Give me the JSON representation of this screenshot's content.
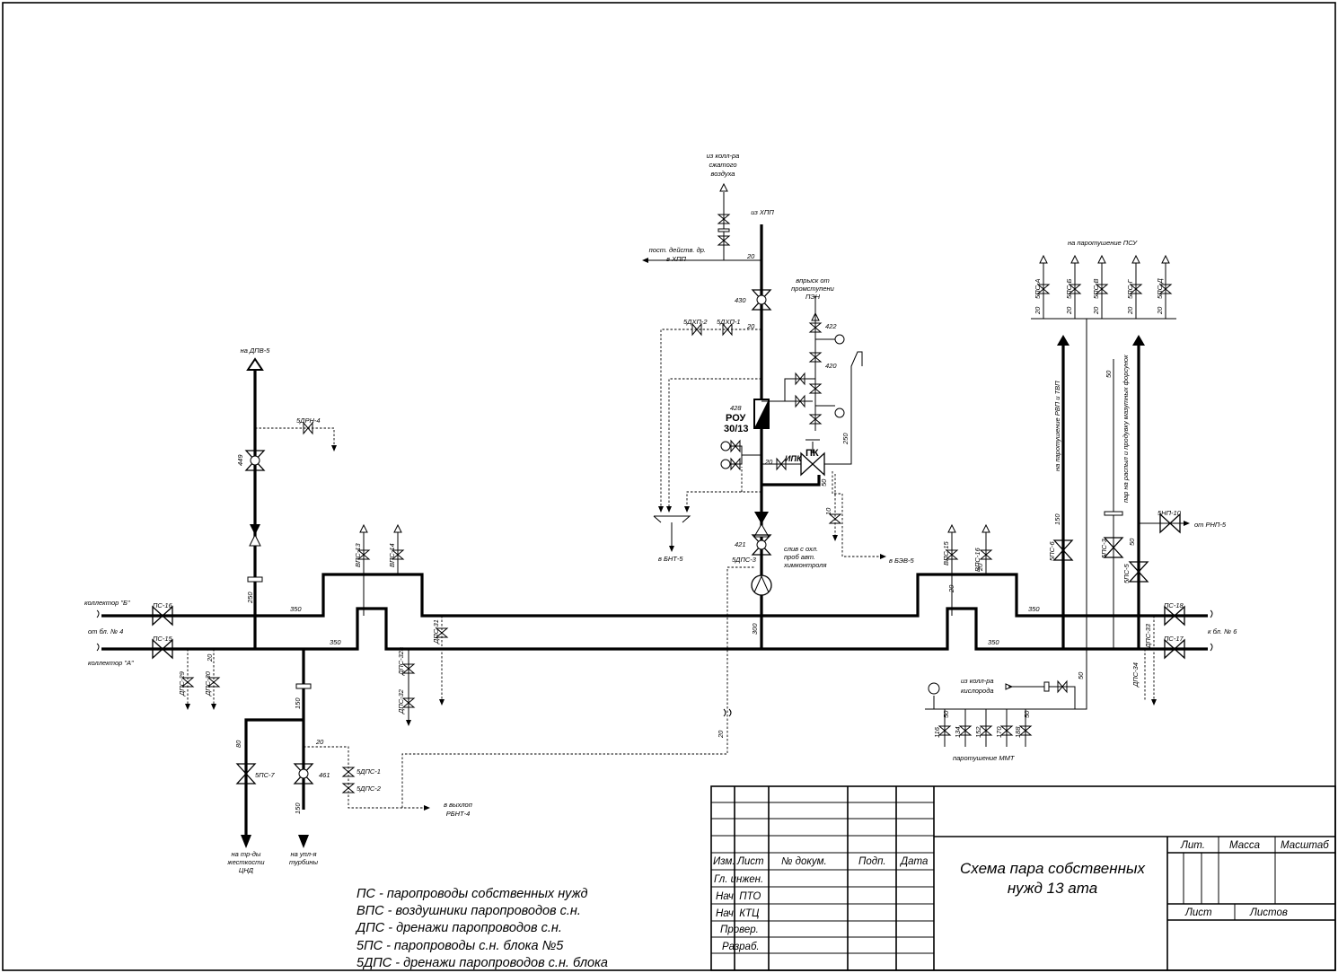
{
  "labels": {
    "air_src": [
      "из колл-ра",
      "сжатого",
      "воздуха"
    ],
    "hpp": "из ХПП",
    "post_drain": [
      "пост. действ. др.",
      "в ХПП"
    ],
    "n20a": "20",
    "v430": "430",
    "n20b": "20",
    "dxp2": "5ДХП-2",
    "dxp1": "5ДХП-1",
    "pen": [
      "впрыск от",
      "промступени",
      "ПЭН"
    ],
    "v422": "422",
    "v420": "420",
    "v428": "428",
    "rou": "РОУ",
    "rou2": "30/13",
    "pk": "ПК",
    "ipk": "ИПК",
    "n20c": "20",
    "n250a": "250",
    "n50a": "50",
    "n10a": "10",
    "bnt": "в БНТ-5",
    "v421": "421",
    "dps3": "5ДПС-3",
    "sliv": [
      "слив с охл.",
      "проб авт.",
      "химконтроля"
    ],
    "bev": "в БЭВ-5",
    "n300": "300",
    "dpv": "на ДПВ-5",
    "drn4": "5ДРН-4",
    "v449": "449",
    "n250b": "250",
    "coll_b": "коллектор \"Б\"",
    "ps16": "ПС-16",
    "from4": "от бл. № 4",
    "ps15": "ПС-15",
    "coll_a": "коллектор \"А\"",
    "n350a": "350",
    "n350b": "350",
    "vps13": "ВПС-13",
    "vps14": "ВПС-14",
    "dps31": "ДПС-31",
    "dps29": "ДПС-29",
    "dps30": "ДПС-30",
    "n20d": "20",
    "dps32a": "ДПС-32а",
    "dps32": "ДПС-32",
    "n150a": "150",
    "n80": "80",
    "n20e": "20",
    "ps7": "5ПС-7",
    "v461": "461",
    "dps1": "5ДПС-1",
    "dps2": "5ДПС-2",
    "n150b": "150",
    "cnd": [
      "на тр-ды",
      "жесткости",
      "ЦНД"
    ],
    "upl": [
      "на упл-я",
      "турбины"
    ],
    "rbnt": [
      "в выхлоп",
      "РБНТ-4"
    ],
    "n20f": "20",
    "psu": "на паротушение ПСУ",
    "psu_ids": [
      "5ПС-А",
      "5ПС-Б",
      "5ПС-В",
      "5ПС-Г",
      "5ПС-Д"
    ],
    "n20g": "20",
    "n50b": "50",
    "rvp": "на паротушение РВП и ТВП",
    "mazut": "пар на распыл и продувку мазутных форсунок",
    "n150c": "150",
    "ps6": "5ПС-6",
    "ps3": "5ПС-3",
    "np10": "5НП-10",
    "rnp": "от РНП-5",
    "ps5": "5ПС-5",
    "n50c": "50",
    "vps15": "ВПС-15",
    "vps16": "ВПС-16",
    "n20h": "20",
    "n20i": "20",
    "n350c": "350",
    "n350d": "350",
    "ps18": "ПС-18",
    "ps17": "ПС-17",
    "to6": "к бл. № 6",
    "dps33": "ДПС-33",
    "dps34": "ДПС-34",
    "oxygen": [
      "из колл-ра",
      "кислорода"
    ],
    "n50d": "50",
    "mmt_ids": [
      "116",
      "134",
      "152",
      "170",
      "188"
    ],
    "n50e": "50",
    "mmt": "паротушение ММТ"
  },
  "legend": [
    "ПС - паропроводы собственных нужд",
    "ВПС - воздушники паропроводов с.н.",
    "ДПС - дренажи паропроводов с.н.",
    "5ПС - паропроводы с.н. блока №5",
    "5ДПС - дренажи паропроводов с.н. блока"
  ],
  "title_block": {
    "headers": [
      "Изм.",
      "Лист",
      "№ докум.",
      "Подп.",
      "Дата"
    ],
    "roles": [
      "Гл. инжен.",
      "Нач. ПТО",
      "Нач. КТЦ",
      "Провер.",
      "Разраб."
    ],
    "title": [
      "Схема пара собственных",
      "нужд 13 ата"
    ],
    "lit": "Лит.",
    "massa": "Масса",
    "masshtab": "Масштаб",
    "list": "Лист",
    "listov": "Листов"
  }
}
